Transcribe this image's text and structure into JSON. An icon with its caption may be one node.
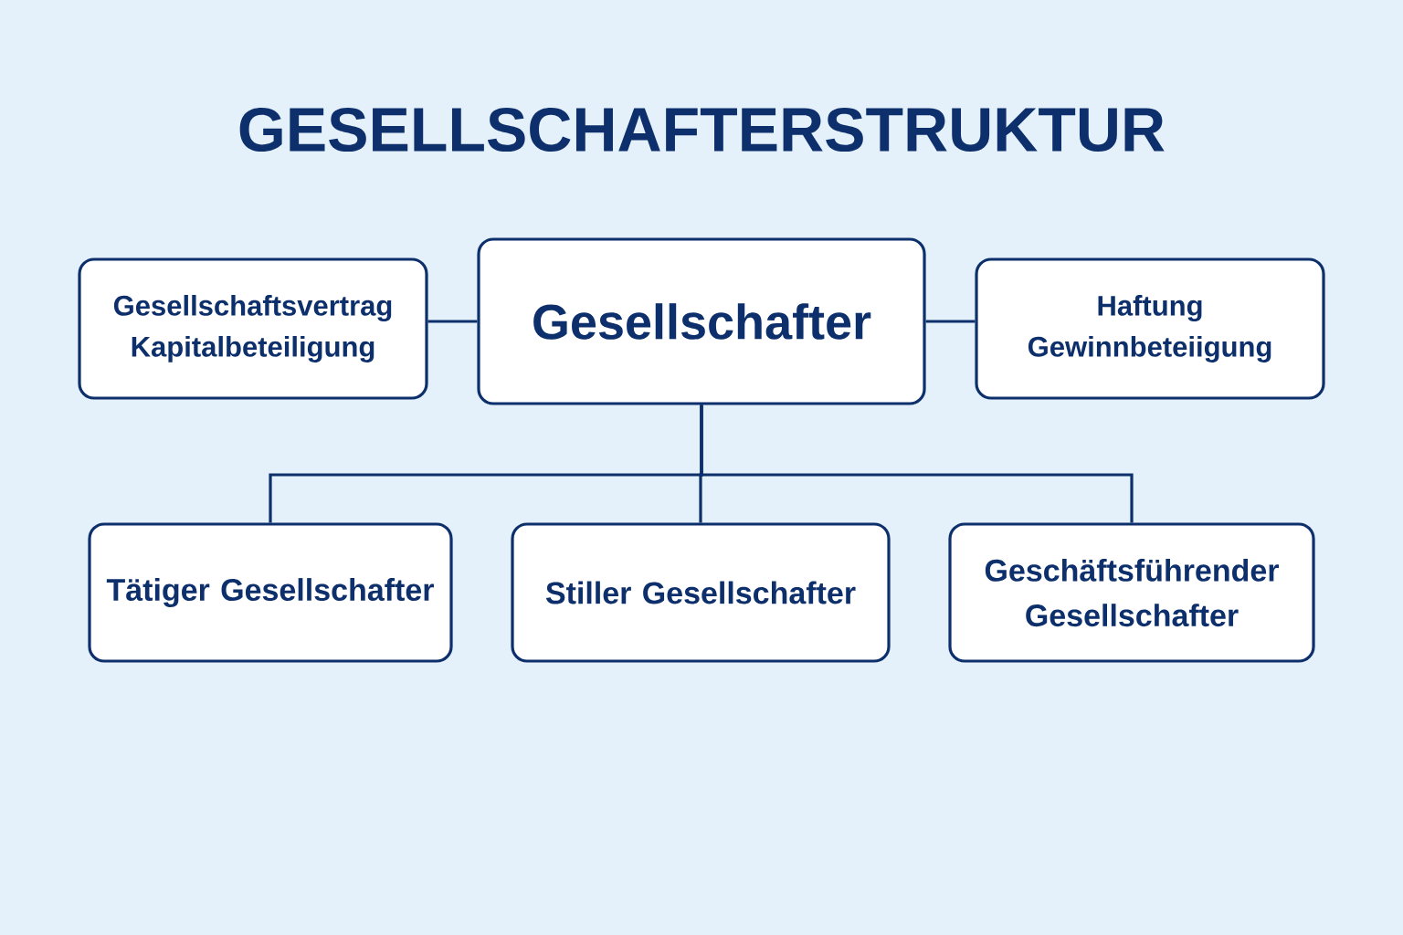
{
  "diagram": {
    "title": "GESELLSCHAFTERSTRUKTUR",
    "nodes": [
      {
        "text": [
          "Gesellschaftsvertrag",
          "Kapitalbeteiligung"
        ]
      },
      {
        "text": [
          "Gesellschafter"
        ]
      },
      {
        "text": [
          "Haftung",
          "Gewinnbeteiigung"
        ]
      },
      {
        "text": [
          "Tätiger Gesellschafter"
        ]
      },
      {
        "text": [
          "Stiller Gesellschafter"
        ]
      },
      {
        "text": [
          "Geschäftsführender Gesellschafter"
        ]
      }
    ],
    "edges": [
      {
        "from": 0,
        "to": 1,
        "arrow": "none"
      },
      {
        "from": 1,
        "to": 2,
        "arrow": "none"
      },
      {
        "from": 1,
        "to": 3,
        "arrow": "none"
      },
      {
        "from": 1,
        "to": 4,
        "arrow": "none"
      },
      {
        "from": 1,
        "to": 5,
        "arrow": "none"
      }
    ]
  }
}
